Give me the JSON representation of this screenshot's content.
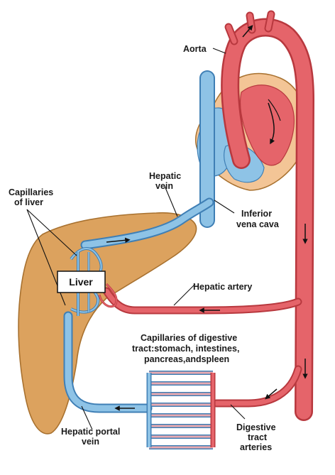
{
  "labels": {
    "aorta": "Aorta",
    "hepatic_vein_1": "Hepatic",
    "hepatic_vein_2": "vein",
    "capillaries_liver_1": "Capillaries",
    "capillaries_liver_2": "of liver",
    "inferior_vena_cava_1": "Inferior",
    "inferior_vena_cava_2": "vena cava",
    "liver": "Liver",
    "hepatic_artery": "Hepatic artery",
    "capillaries_digestive_1": "Capillaries of digestive",
    "capillaries_digestive_2": "tract:stomach, intestines,",
    "capillaries_digestive_3": "pancreas,andspleen",
    "hepatic_portal_vein_1": "Hepatic portal",
    "hepatic_portal_vein_2": "vein",
    "digestive_arteries_1": "Digestive",
    "digestive_arteries_2": "tract",
    "digestive_arteries_3": "arteries"
  },
  "colors": {
    "artery": "#e5646a",
    "artery_dark": "#b8383e",
    "vein": "#8ec3e6",
    "vein_dark": "#3f7fb5",
    "liver": "#dca25e",
    "liver_dark": "#a8712f",
    "heart_outer": "#f3c596"
  }
}
